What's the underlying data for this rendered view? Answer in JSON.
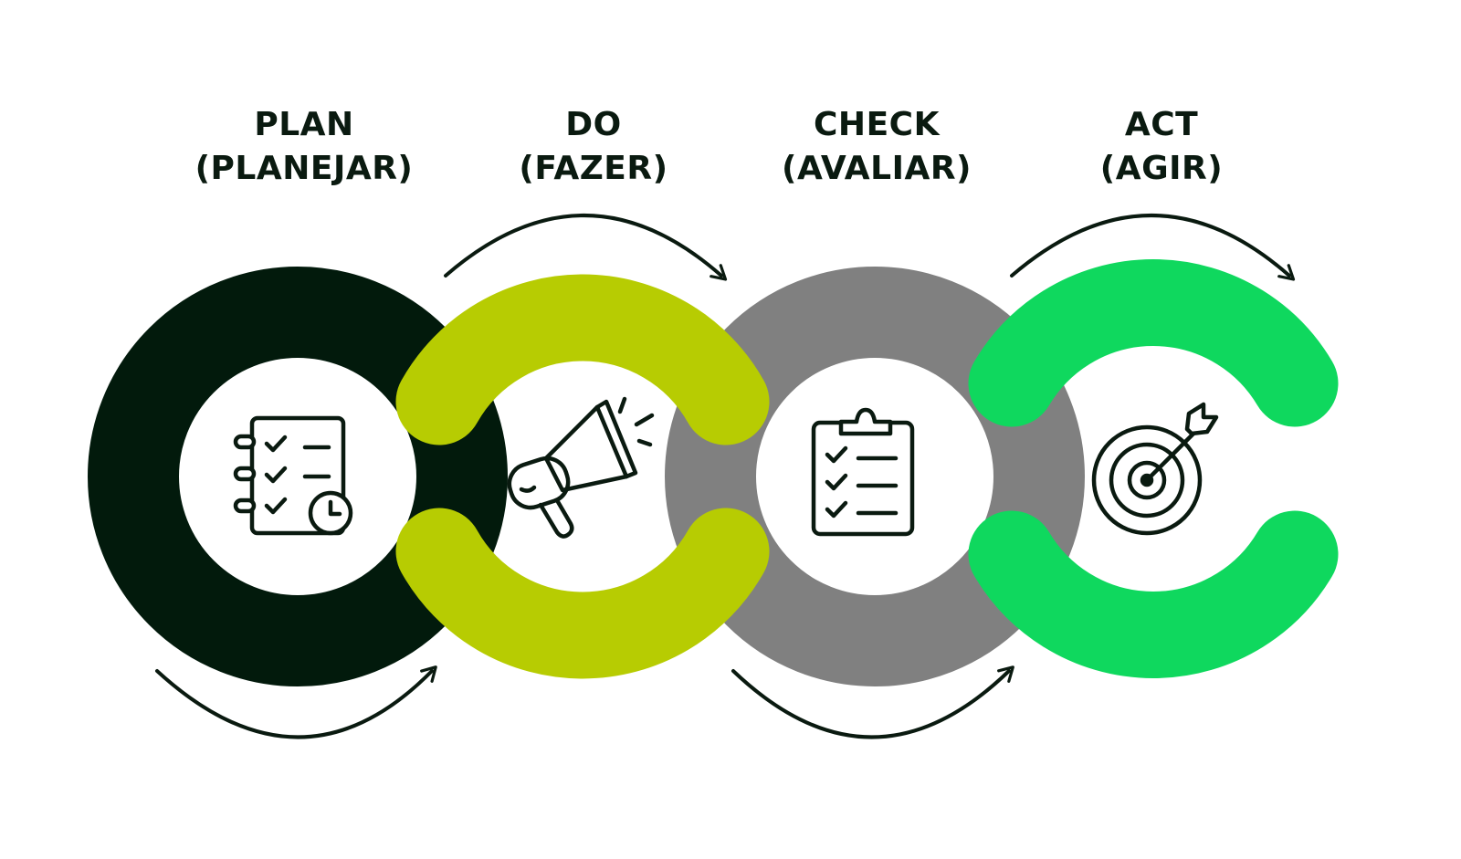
{
  "steps": [
    {
      "id": "plan",
      "title": "PLAN",
      "subtitle": "(PLANEJAR)",
      "color": "#021a0c",
      "icon": "planning-checklist-icon"
    },
    {
      "id": "do",
      "title": "DO",
      "subtitle": "(FAZER)",
      "color": "#b7cc02",
      "icon": "megaphone-icon"
    },
    {
      "id": "check",
      "title": "CHECK",
      "subtitle": "(AVALIAR)",
      "color": "#808080",
      "icon": "clipboard-checklist-icon"
    },
    {
      "id": "act",
      "title": "ACT",
      "subtitle": "(AGIR)",
      "color": "#0fd85e",
      "icon": "target-arrow-icon"
    }
  ],
  "colors": {
    "text": "#0a1a10",
    "icon_stroke": "#0a1a10",
    "arrow": "#0a1a10",
    "background": "#ffffff"
  }
}
